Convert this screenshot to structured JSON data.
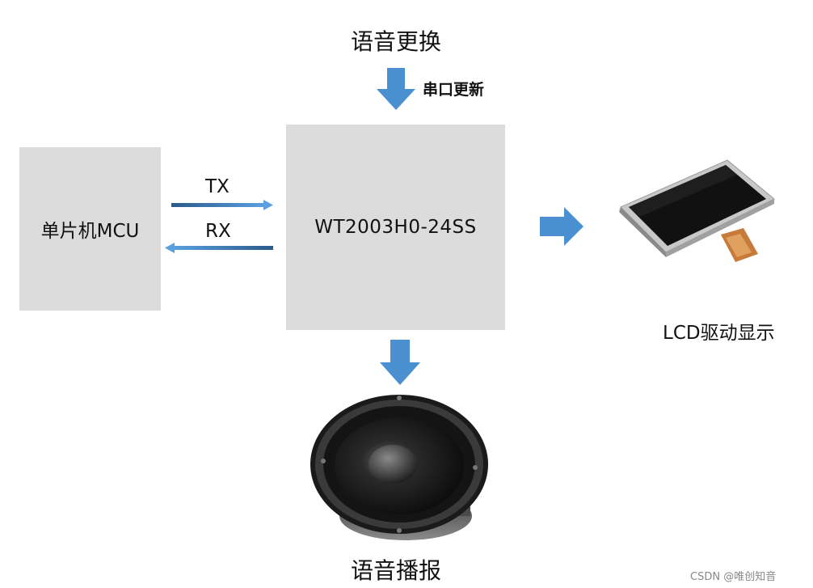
{
  "diagram": {
    "top_input": "语音更换",
    "update_label": "串口更新",
    "mcu_box": "单片机MCU",
    "chip_box": "WT2003H0-24SS",
    "tx_label": "TX",
    "rx_label": "RX",
    "lcd_caption": "LCD驱动显示",
    "speaker_caption": "语音播报"
  },
  "watermark": "CSDN @唯创知音",
  "colors": {
    "box_fill": "#dcdcdc",
    "arrow_blue": "#4a90d0",
    "line_dark": "#2a5a8a"
  },
  "icons": {
    "lcd": "lcd-panel-icon",
    "speaker": "speaker-icon"
  }
}
